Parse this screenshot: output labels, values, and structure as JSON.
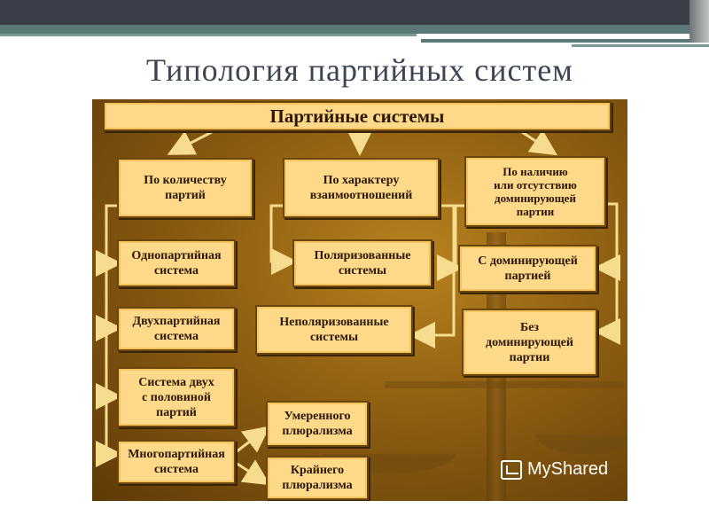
{
  "slide": {
    "title": "Типология партийных систем"
  },
  "diagram": {
    "root": "Партийные системы",
    "branch_count": "По количеству\nпартий",
    "branch_character": "По характеру\nвзаимоотношений",
    "branch_dominant": "По наличию\nили отсутствию\nдоминирующей\nпартии",
    "one_party": "Однопартийная\nсистема",
    "two_party": "Двухпартийная\nсистема",
    "two_and_half": "Система двух\nс половиной\nпартий",
    "multi_party": "Многопартийная\nсистема",
    "moderate": "Умеренного\nплюрализма",
    "extreme": "Крайнего\nплюрализма",
    "polarized": "Поляризованные\nсистемы",
    "non_polarized": "Неполяризованные\nсистемы",
    "with_dominant": "С доминирующей\nпартией",
    "without_dominant": "Без\nдоминирующей\nпартии"
  },
  "watermark": {
    "text": "MyShared",
    "icon": "presentation-icon"
  },
  "colors": {
    "box_fill": "#ffd98a",
    "box_border": "#6b4510",
    "arrow": "#f6dc8e",
    "title": "#3d4452"
  }
}
